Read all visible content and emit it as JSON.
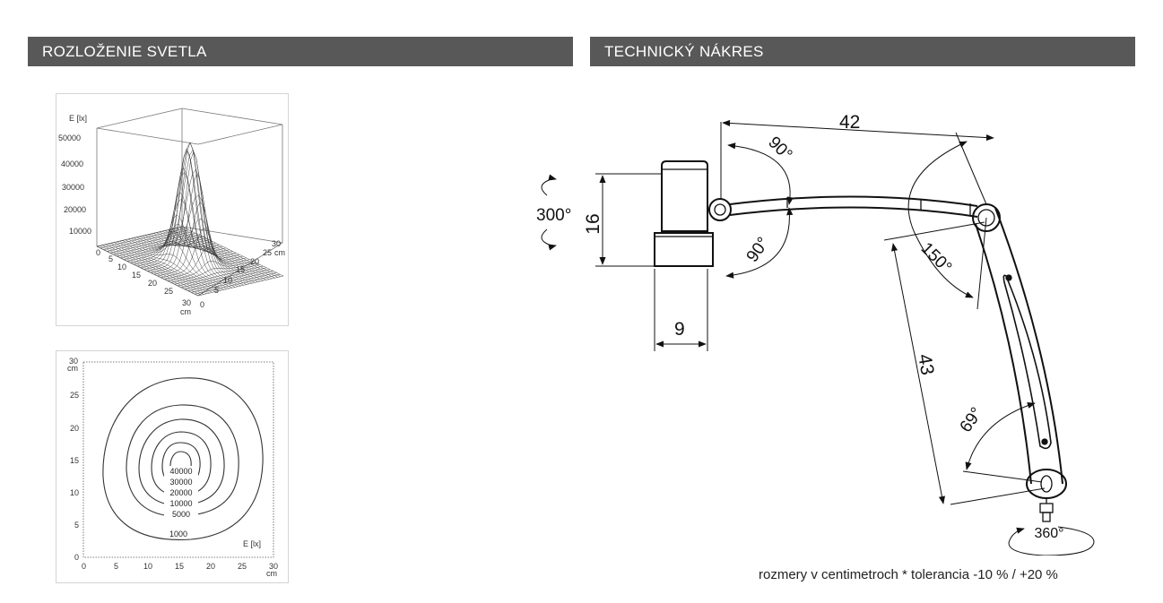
{
  "headers": {
    "light_distribution": "ROZLOŽENIE SVETLA",
    "technical_drawing": "TECHNICKÝ NÁKRES"
  },
  "surface_plot": {
    "z_label": "E [lx]",
    "z_ticks": [
      "50000",
      "40000",
      "30000",
      "20000",
      "10000",
      "0"
    ],
    "front_ticks": [
      "5",
      "10",
      "15",
      "20",
      "25",
      "30"
    ],
    "front_unit": "cm",
    "side_ticks": [
      "30",
      "25",
      "20",
      "15",
      "10",
      "5",
      "0"
    ],
    "side_unit": "cm"
  },
  "contour_plot": {
    "y_ticks": [
      "30",
      "25",
      "20",
      "15",
      "10",
      "5",
      "0"
    ],
    "y_unit": "cm",
    "x_ticks": [
      "0",
      "5",
      "10",
      "15",
      "20",
      "25",
      "30"
    ],
    "x_unit": "cm",
    "legend": "E [lx]",
    "levels": [
      "40000",
      "30000",
      "20000",
      "10000",
      "5000",
      "1000"
    ]
  },
  "drawing": {
    "dim_arm_upper": "42",
    "dim_arm_lower": "43",
    "dim_base_height": "16",
    "dim_base_width": "9",
    "rotation_base": "300°",
    "rotation_head": "360°",
    "angle_top_up": "90°",
    "angle_top_down": "90°",
    "angle_elbow": "150°",
    "angle_head": "69°"
  },
  "footnote": "rozmery v centimetroch * tolerancia -10 % / +20 %"
}
